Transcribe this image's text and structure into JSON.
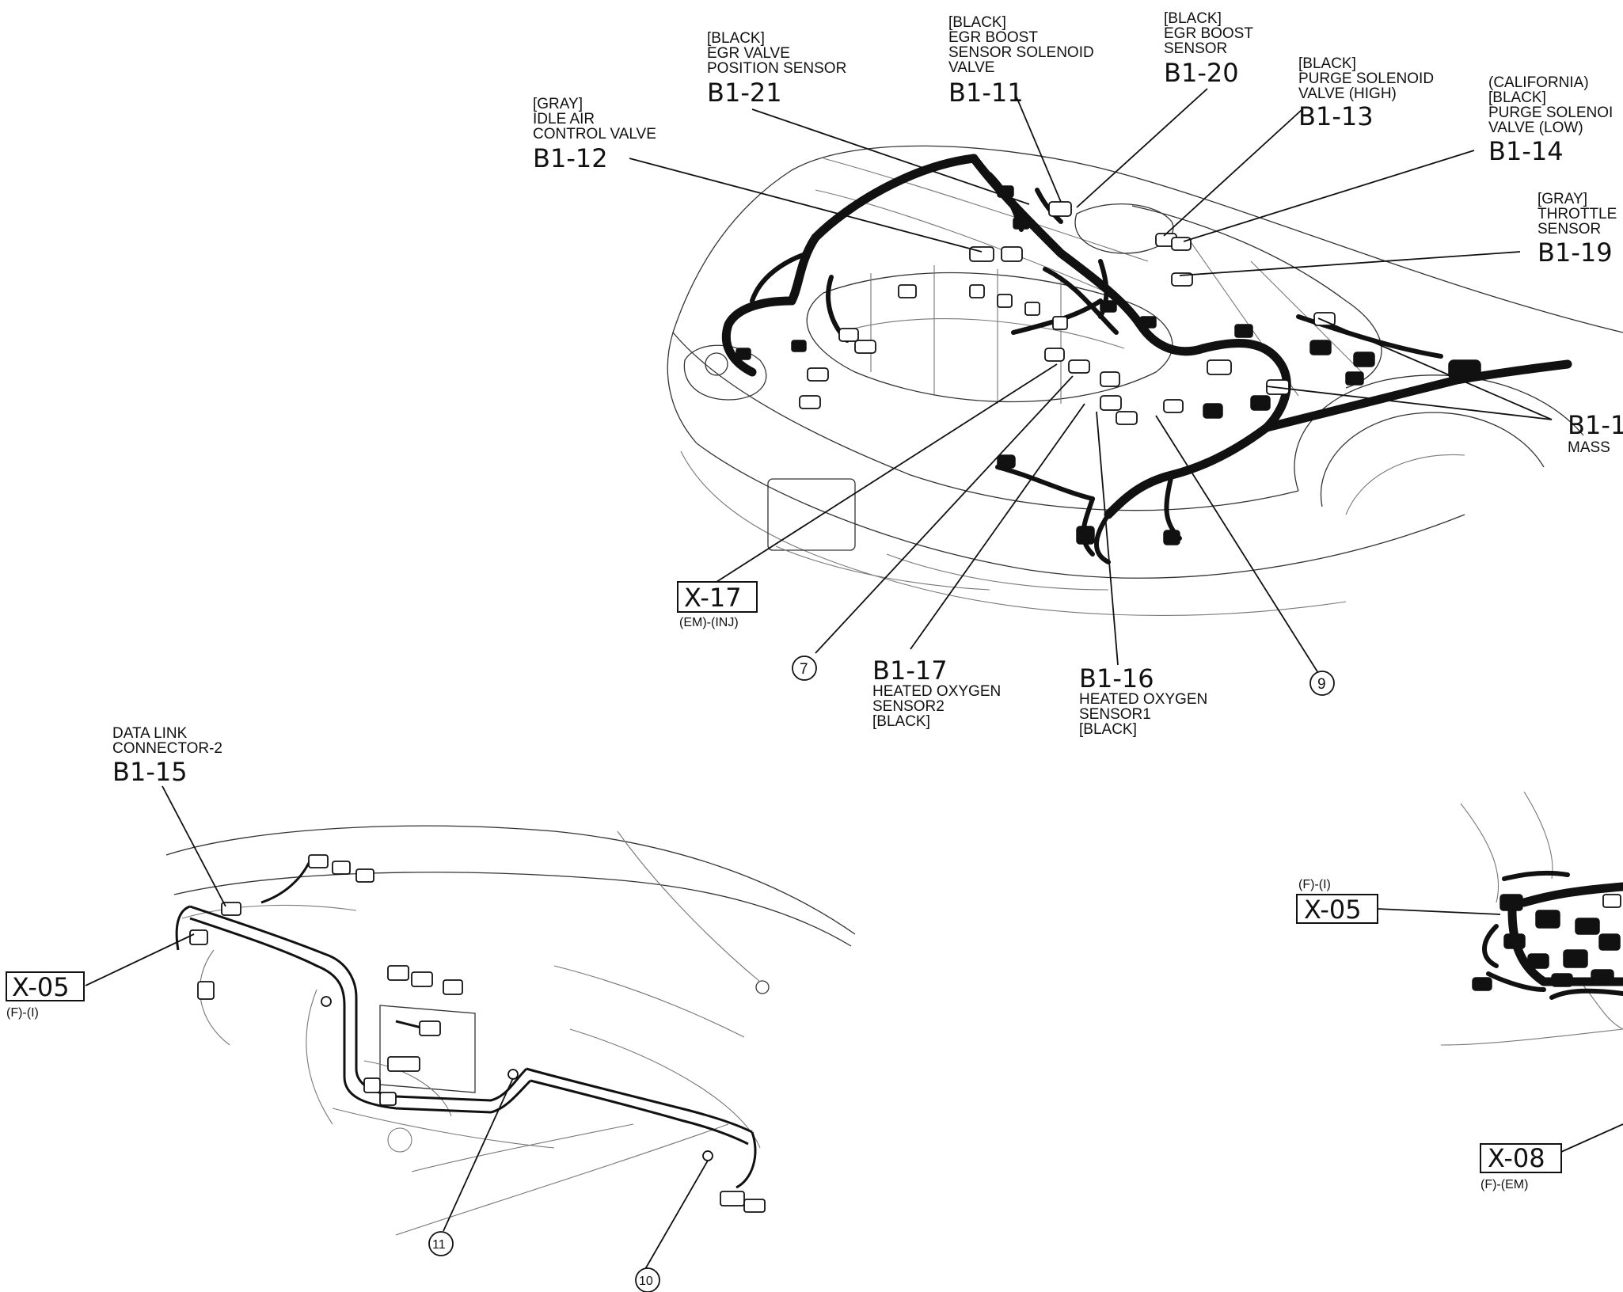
{
  "labels": {
    "egr_valve_pos": {
      "color": "[BLACK]",
      "line1": "EGR VALVE",
      "line2": "POSITION SENSOR",
      "code": "B1-21"
    },
    "egr_boost_sol": {
      "color": "[BLACK]",
      "line1": "EGR BOOST",
      "line2": "SENSOR SOLENOID",
      "line3": "VALVE",
      "code": "B1-11"
    },
    "egr_boost_sensor": {
      "color": "[BLACK]",
      "line1": "EGR BOOST",
      "line2": "SENSOR",
      "code": "B1-20"
    },
    "purge_high": {
      "color": "[BLACK]",
      "line1": "PURGE SOLENOID",
      "line2": "VALVE (HIGH)",
      "code": "B1-13"
    },
    "purge_low": {
      "note": "(CALIFORNIA)",
      "color": "[BLACK]",
      "line1": "PURGE SOLENOI",
      "line2": "VALVE (LOW)",
      "code": "B1-14"
    },
    "throttle": {
      "color": "[GRAY]",
      "line1": "THROTTLE",
      "line2": "SENSOR",
      "code": "B1-19"
    },
    "idle_air": {
      "color": "[GRAY]",
      "line1": "IDLE AIR",
      "line2": "CONTROL VALVE",
      "code": "B1-12"
    },
    "mass": {
      "code": "B1-1",
      "line1": "MASS"
    },
    "x17": {
      "code": "X-17",
      "sub": "(EM)-(INJ)"
    },
    "ho2s2": {
      "code": "B1-17",
      "line1": "HEATED OXYGEN",
      "line2": "SENSOR2",
      "color": "[BLACK]"
    },
    "ho2s1": {
      "code": "B1-16",
      "line1": "HEATED OXYGEN",
      "line2": "SENSOR1",
      "color": "[BLACK]"
    },
    "dlc2": {
      "line1": "DATA LINK",
      "line2": "CONNECTOR-2",
      "code": "B1-15"
    },
    "x05_left": {
      "code": "X-05",
      "sub": "(F)-(I)"
    },
    "x05_right": {
      "code": "X-05",
      "sub": "(F)-(I)"
    },
    "x08": {
      "code": "X-08",
      "sub": "(F)-(EM)"
    }
  },
  "callouts": {
    "c7": "7",
    "c9": "9",
    "c11": "11",
    "c10": "10"
  }
}
